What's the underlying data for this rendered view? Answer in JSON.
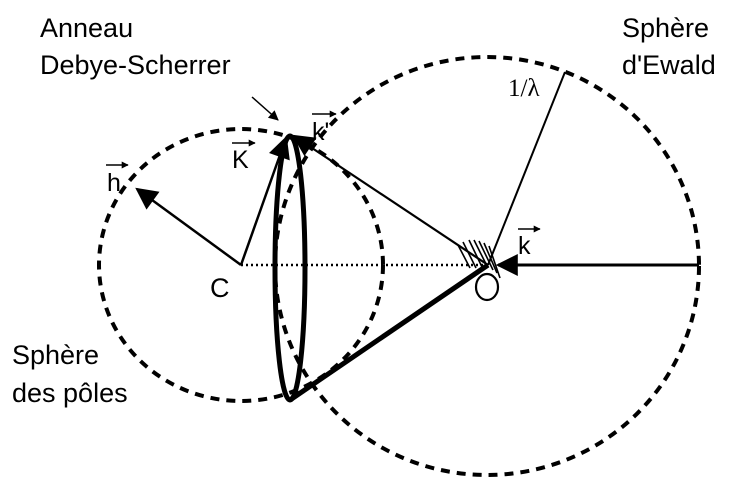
{
  "labels": {
    "ring_line1": "Anneau",
    "ring_line2": "Debye-Scherrer",
    "ewald_line1": "Sphère",
    "ewald_line2": "d'Ewald",
    "poles_line1": "Sphère",
    "poles_line2": "des pôles",
    "inv_lambda": "1/λ",
    "center_c": "C",
    "origin_o": "O"
  },
  "vectors": {
    "h": "h",
    "K": "K",
    "k_prime": "k'",
    "k": "k"
  },
  "colors": {
    "ink": "#000000",
    "background": "#ffffff"
  }
}
